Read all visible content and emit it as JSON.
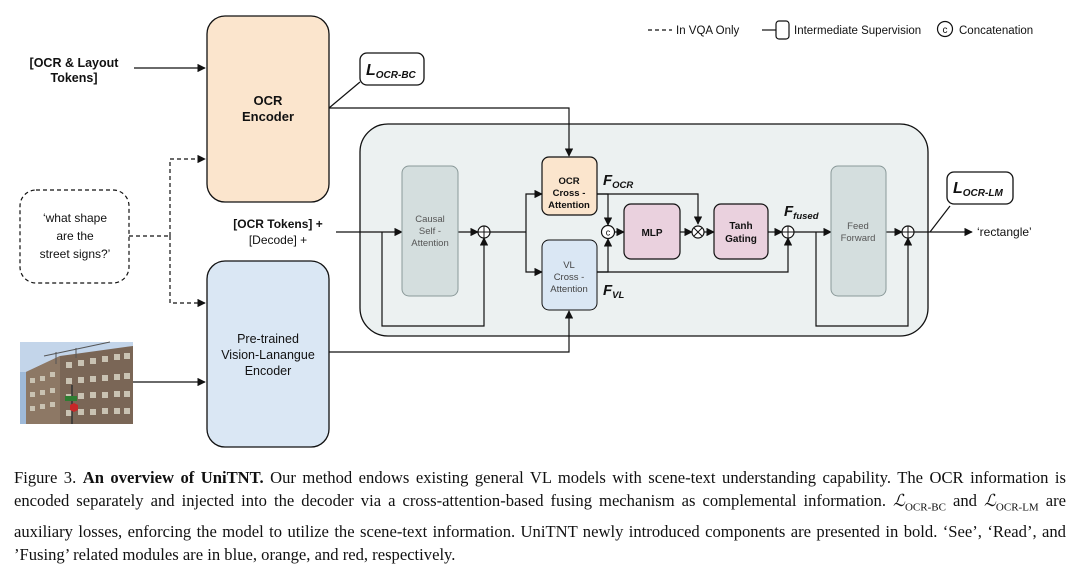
{
  "legend": {
    "vqa_only": "In VQA Only",
    "intermediate": "Intermediate Supervision",
    "concat": "Concatenation",
    "concat_symbol": "c"
  },
  "inputs": {
    "ocr_layout_line1": "[OCR & Layout",
    "ocr_layout_line2": "Tokens]",
    "question_line1": "‘what shape",
    "question_line2": "are the",
    "question_line3": "street signs?’",
    "ocr_tokens_line1": "[OCR Tokens] +",
    "ocr_tokens_line2": "[Decode] +"
  },
  "encoders": {
    "ocr_line1": "OCR",
    "ocr_line2": "Encoder",
    "vl_line1": "Pre-trained",
    "vl_line2": "Vision-Lanangue",
    "vl_line3": "Encoder"
  },
  "losses": {
    "ocr_bc_main": "L",
    "ocr_bc_sub": "OCR-BC",
    "ocr_lm_main": "L",
    "ocr_lm_sub": "OCR-LM"
  },
  "blocks": {
    "causal_line1": "Causal",
    "causal_line2": "Self -",
    "causal_line3": "Attention",
    "ocr_ca_line1": "OCR",
    "ocr_ca_line2": "Cross -",
    "ocr_ca_line3": "Attention",
    "vl_ca_line1": "VL",
    "vl_ca_line2": "Cross -",
    "vl_ca_line3": "Attention",
    "mlp": "MLP",
    "tanh_line1": "Tanh",
    "tanh_line2": "Gating",
    "ff_line1": "Feed",
    "ff_line2": "Forward"
  },
  "features": {
    "f_ocr_main": "F",
    "f_ocr_sub": "OCR",
    "f_vl_main": "F",
    "f_vl_sub": "VL",
    "f_fused_main": "F",
    "f_fused_sub": "fused"
  },
  "output": "‘rectangle’",
  "caption": {
    "prefix": "Figure 3. ",
    "bold": "An overview of UniTNT.",
    "line1_rest": " Our method endows existing general VL models with scene-text understanding capability. The OCR",
    "line2": "information is encoded separately and injected into the decoder via a cross-attention-based fusing mechanism as complemental information.",
    "l3_a": "ℒ",
    "l3_a_sub": "OCR-BC",
    "l3_and": " and ",
    "l3_b": "ℒ",
    "l3_b_sub": "OCR-LM",
    "l3_rest": " are auxiliary losses, enforcing the model to utilize the scene-text information. UniTNT newly introduced components",
    "line4": "are presented in bold. ‘See’, ‘Read’, and ’Fusing’ related modules are in blue, orange, and red, respectively."
  },
  "colors": {
    "ocr_orange": "#fbe5cd",
    "vl_blue": "#dae7f4",
    "fusing_red": "#ead1de",
    "decoder_bg": "#ecf1f1",
    "gray_block": "#d4dede"
  }
}
